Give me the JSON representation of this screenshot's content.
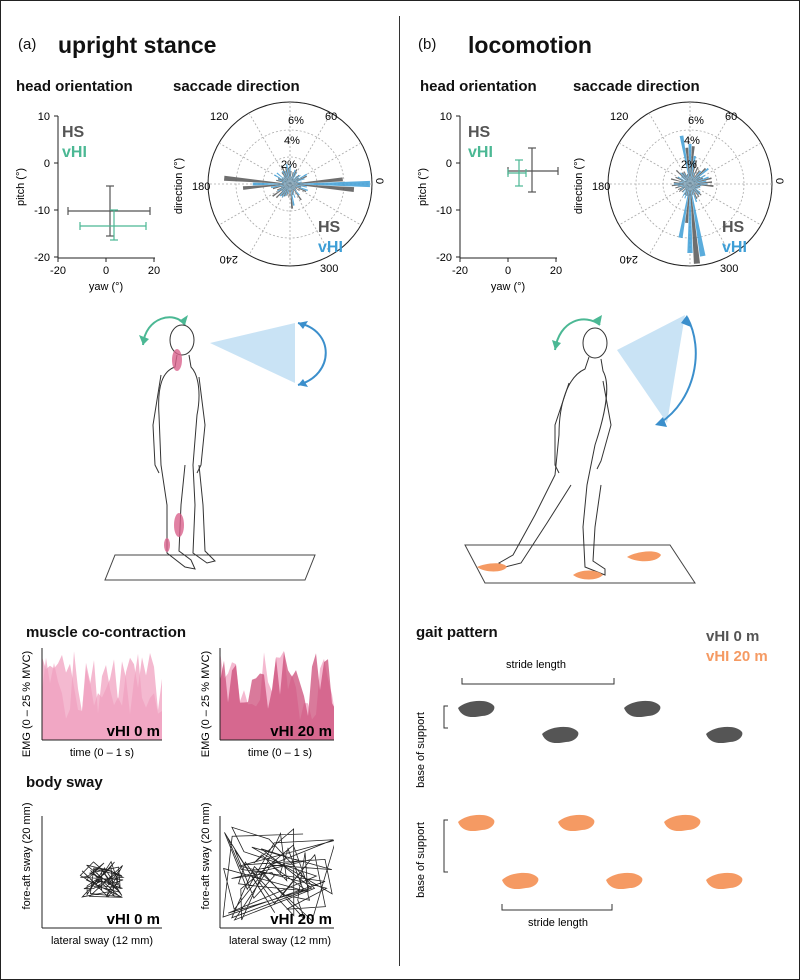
{
  "colors": {
    "hs": "#555555",
    "vhi": "#4bb894",
    "saccade_hs": "#555555",
    "saccade_vhi": "#3d9ed6",
    "muscle": "#d9628c",
    "emg_light": "#f0a2c0",
    "emg_dark": "#cc4d7a",
    "fov": "#c9e3f5",
    "arrow_blue": "#3b8fcc",
    "footprint_gray": "#555555",
    "footprint_orange": "#f59a63"
  },
  "panel_a": {
    "letter": "(a)",
    "title": "upright stance",
    "head_orientation": {
      "title": "head orientation",
      "xlabel": "yaw (°)",
      "ylabel": "pitch (°)",
      "xticks": [
        "-20",
        "0",
        "20"
      ],
      "yticks": [
        "10",
        "0",
        "-10",
        "-20"
      ],
      "legend": {
        "hs": "HS",
        "vhi": "vHI"
      }
    },
    "saccade_direction": {
      "title": "saccade direction",
      "ylabel": "direction (°)",
      "angle_labels": [
        "60",
        "120",
        "180",
        "240",
        "300",
        "0"
      ],
      "radius_labels": [
        "2%",
        "4%",
        "6%"
      ],
      "legend": {
        "hs": "HS",
        "vhi": "vHI"
      }
    },
    "muscle": {
      "title": "muscle co-contraction",
      "ylabel": "EMG (0 – 25 % MVC)",
      "xlabel": "time (0 – 1 s)",
      "labels": [
        "vHI 0 m",
        "vHI 20 m"
      ]
    },
    "sway": {
      "title": "body sway",
      "ylabel": "fore-aft sway (20 mm)",
      "xlabel": "lateral sway (12 mm)",
      "labels": [
        "vHI 0 m",
        "vHI 20 m"
      ]
    }
  },
  "panel_b": {
    "letter": "(b)",
    "title": "locomotion",
    "head_orientation": {
      "title": "head orientation",
      "xlabel": "yaw (°)",
      "ylabel": "pitch (°)",
      "xticks": [
        "-20",
        "0",
        "20"
      ],
      "yticks": [
        "10",
        "0",
        "-10",
        "-20"
      ],
      "legend": {
        "hs": "HS",
        "vhi": "vHI"
      }
    },
    "saccade_direction": {
      "title": "saccade direction",
      "ylabel": "direction (°)",
      "angle_labels": [
        "60",
        "120",
        "180",
        "240",
        "300",
        "0"
      ],
      "radius_labels": [
        "2%",
        "4%",
        "6%"
      ],
      "legend": {
        "hs": "HS",
        "vhi": "vHI"
      }
    },
    "gait": {
      "title": "gait pattern",
      "legend": [
        "vHI 0 m",
        "vHI 20 m"
      ],
      "stride_label": "stride length",
      "base_label": "base of support"
    }
  }
}
